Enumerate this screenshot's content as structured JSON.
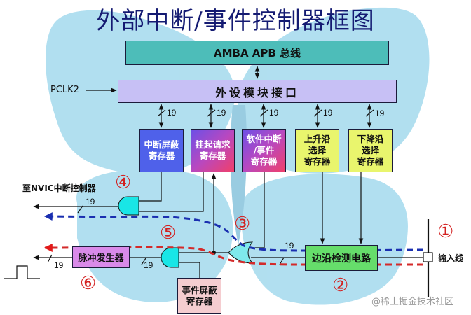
{
  "title": "外部中断/事件控制器框图",
  "blocks": {
    "amba_bus": "AMBA APB 总线",
    "peripheral_interface": "外设模块接口",
    "registers": [
      {
        "line1": "中断屏蔽",
        "line2": "寄存器",
        "line3": "",
        "color": "#4f61ea"
      },
      {
        "line1": "挂起请求",
        "line2": "寄存器",
        "line3": "",
        "color": "gradient"
      },
      {
        "line1": "软件中断",
        "line2": "/事件",
        "line3": "寄存器",
        "color": "gradient"
      },
      {
        "line1": "上升沿",
        "line2": "选择",
        "line3": "寄存器",
        "color": "#e9f56d"
      },
      {
        "line1": "下降沿",
        "line2": "选择",
        "line3": "寄存器",
        "color": "#e9f56d"
      }
    ],
    "edge_detector": "边沿检测电路",
    "pulse_generator": "脉冲发生器",
    "event_mask": {
      "line1": "事件屏蔽",
      "line2": "寄存器"
    }
  },
  "labels": {
    "pclk": "PCLK2",
    "to_nvic": "至NVIC中断控制器",
    "input_line": "输入线",
    "bus_width": "19"
  },
  "markers": [
    "①",
    "②",
    "③",
    "④",
    "⑤",
    "⑥"
  ],
  "watermark": "@稀土掘金技术社区",
  "colors": {
    "title": "#141a72",
    "interrupt_path": "#1a2fb0",
    "event_path": "#d42a2a",
    "gate_fill": "#19e6e6",
    "marker": "#d32020"
  }
}
